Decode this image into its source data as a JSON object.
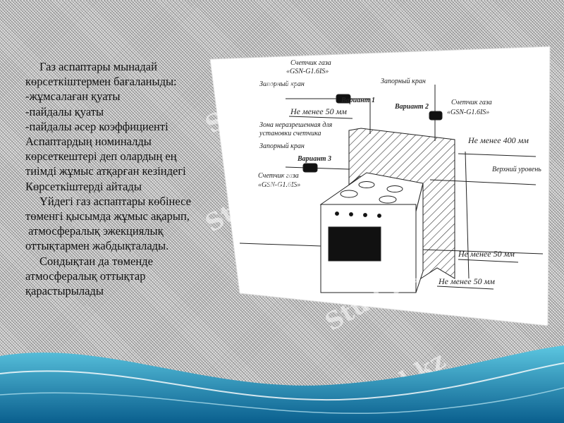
{
  "text_lines": [
    "Газ аспаптары мынадай",
    "көрсеткіштермен бағаланыды:",
    "-жұмсалаған қуаты",
    "-пайдалы қуаты",
    "-пайдалы әсер коэффициенті",
    "Аспаптардың номиналды",
    "көрсеткештері деп олардың ең",
    "тиімді  жұмыс атқарған кезіндегі",
    "Көрсеткіштерді айтады",
    "Үйдегі газ аспаптары көбінесе",
    "төменгі қысымда жұмыс aқарып,",
    " атмосфералық эжекциялық",
    "оттықтармен жабдықталады.",
    "Сондықтан да төменде",
    "атмосфералық оттықтар",
    "қарастырылады"
  ],
  "diagram": {
    "meter1": "Счетчик газа",
    "meter1_model": "«GSN-G1.6IS»",
    "valve1": "Запорный кран",
    "variant1": "Вариант 1",
    "min50_top": "Не менее 50 мм",
    "forbidden1": "Зона неразрешенная для",
    "forbidden2": "установки счетчика",
    "valve3": "Запорный кран",
    "variant3": "Вариант 3",
    "meter3": "Счетчик газа",
    "meter3_model": "«GSN-G1.6IS»",
    "valve2": "Запорный кран",
    "variant2": "Вариант 2",
    "meter2": "Счетчик газа",
    "meter2_model": "«GSN-G1.6IS»",
    "min400": "Не менее 400 мм",
    "top_level": "Верхний уровень",
    "min50_side": "Не менее 50 мм",
    "min50_bottom": "Не менее 50 мм"
  },
  "watermark": "Stud.kz",
  "colors": {
    "wave_dark": "#0a6f9e",
    "wave_light": "#39b6d8"
  }
}
